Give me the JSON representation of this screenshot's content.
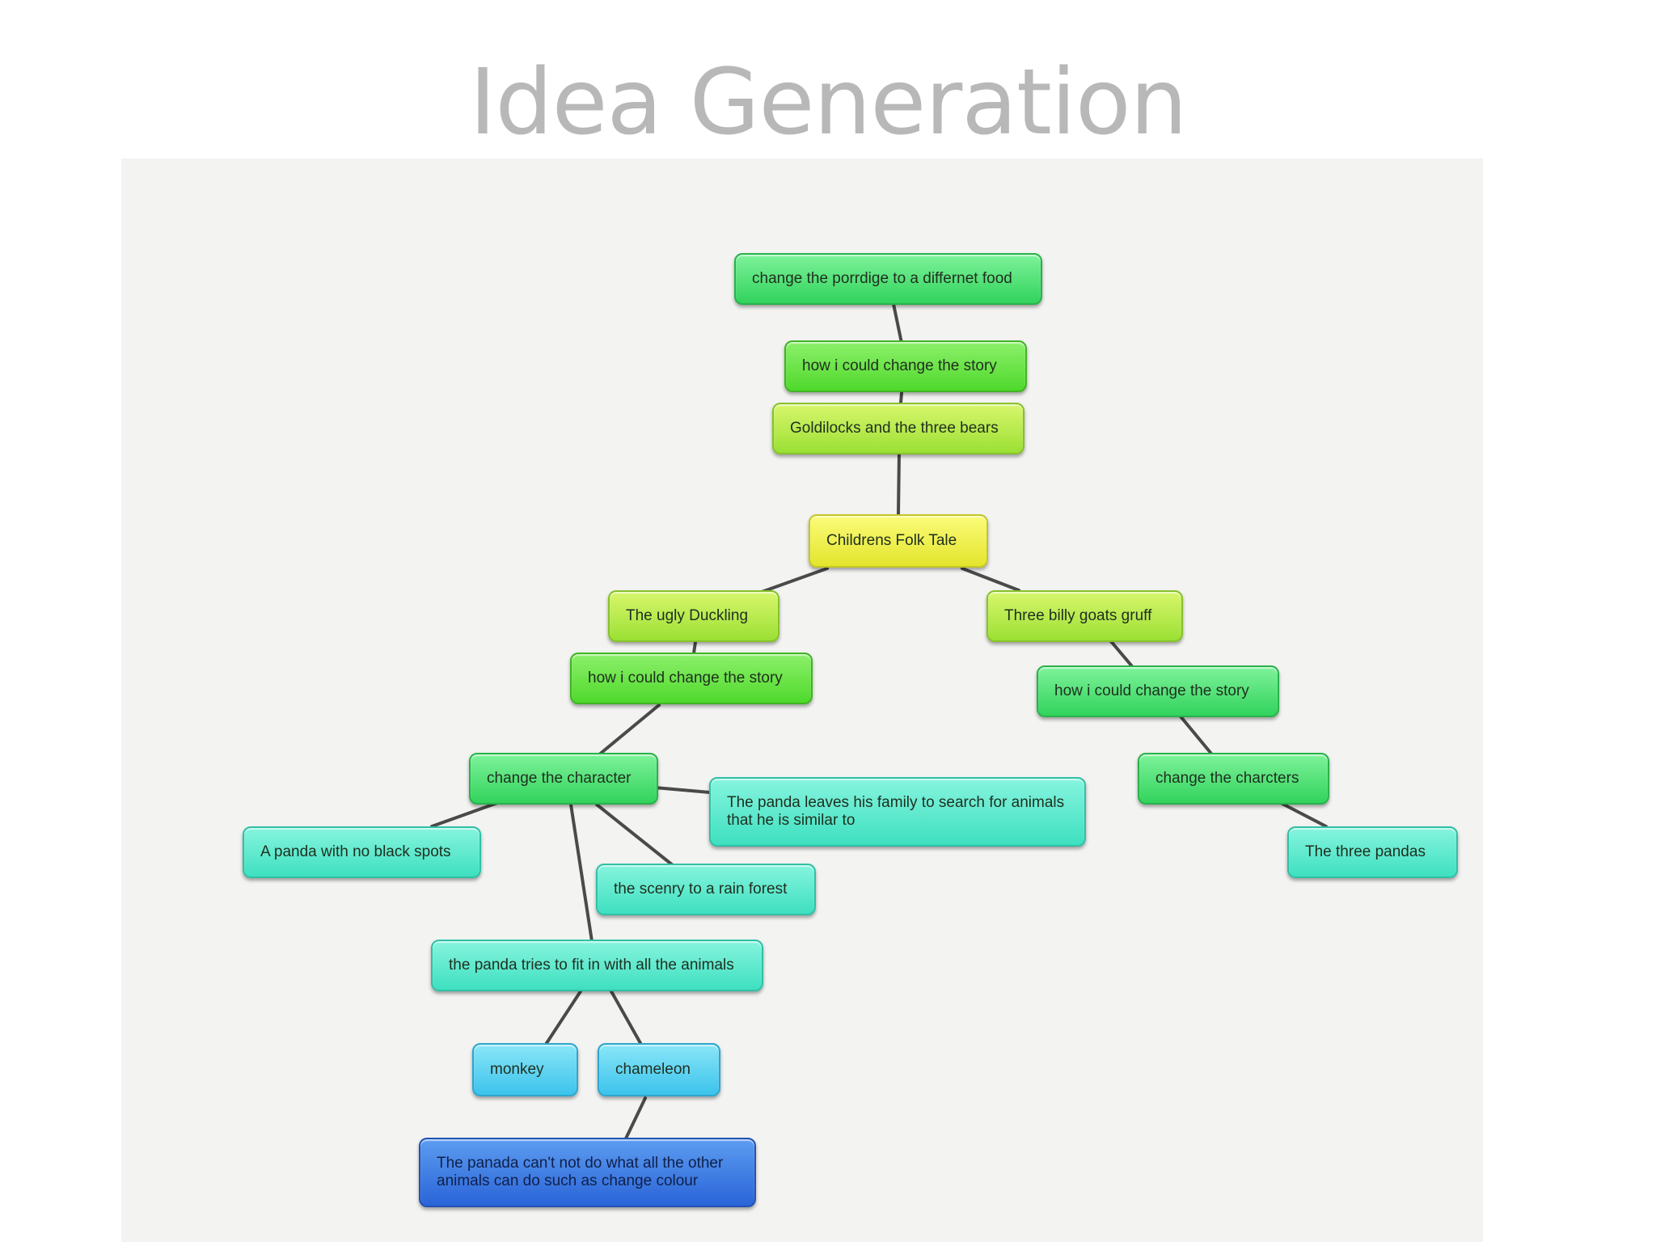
{
  "title": "Idea Generation",
  "nodes": {
    "porridge": "change the porrdige to a differnet food",
    "story_top": "how i could change the story",
    "goldilocks": "Goldilocks and the three bears",
    "root": "Childrens Folk Tale",
    "duckling": "The ugly Duckling",
    "goats": "Three billy goats gruff",
    "story_left": "how i could change the story",
    "story_right": "how i could change the story",
    "character": "change the character",
    "charcters": "change the charcters",
    "panda_leaves": "The panda leaves his family to search for animals that he is similar to",
    "no_spots": "A panda with no black spots",
    "three_pandas": "The three pandas",
    "rainforest": "the scenry to a rain forest",
    "fit_in": "the panda tries to fit in with all the animals",
    "monkey": "monkey",
    "chameleon": "chameleon",
    "cant_do": "The panada can't not do what all the other animals can do such as change colour"
  },
  "colors": {
    "background": "#f3f3f2",
    "title": "#b8b8b8",
    "connector": "#4a4a4a"
  }
}
